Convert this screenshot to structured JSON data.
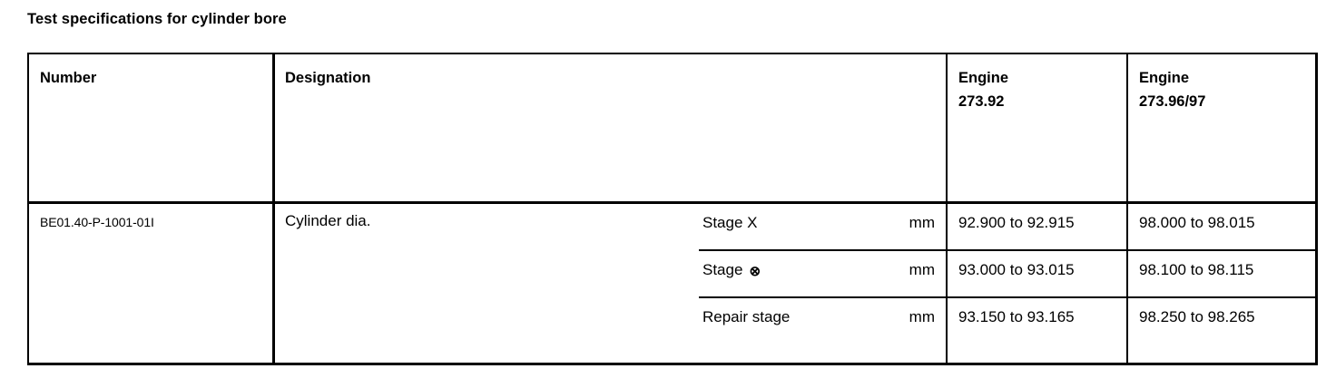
{
  "title": "Test specifications for cylinder bore",
  "table": {
    "headers": {
      "number": "Number",
      "designation": "Designation",
      "engine1_line1": "Engine",
      "engine1_line2": "273.92",
      "engine2_line1": "Engine",
      "engine2_line2": "273.96/97"
    },
    "row": {
      "number": "BE01.40-P-1001-01I",
      "designation": "Cylinder dia.",
      "stages": [
        {
          "label": "Stage X",
          "symbol": "",
          "unit": "mm",
          "engine_273_92": "92.900 to 92.915",
          "engine_273_96_97": "98.000 to 98.015"
        },
        {
          "label": "Stage",
          "symbol": "⊗",
          "unit": "mm",
          "engine_273_92": "93.000 to 93.015",
          "engine_273_96_97": "98.100 to 98.115"
        },
        {
          "label": "Repair stage",
          "symbol": "",
          "unit": "mm",
          "engine_273_92": "93.150 to 93.165",
          "engine_273_96_97": "98.250 to 98.265"
        }
      ]
    }
  },
  "colors": {
    "text": "#000000",
    "background": "#ffffff",
    "rule": "#000000"
  }
}
